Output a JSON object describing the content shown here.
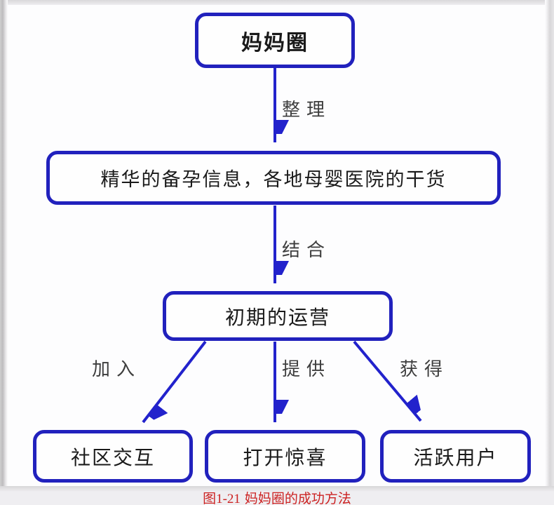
{
  "page": {
    "caption": {
      "prefix": "图1-21",
      "title": "妈妈圈的成功方法"
    }
  },
  "colors": {
    "box_border": "#2121bd",
    "arrow": "#2222cc",
    "box_text": "#1a1a1a",
    "label_text": "#3d3d3d",
    "caption_red": "#cc2222",
    "page_bg": "#fdfdfe",
    "chrome_gray": "#efeef0"
  },
  "diagram": {
    "nodes": [
      {
        "id": "mama-circle",
        "label": "妈妈圈"
      },
      {
        "id": "info",
        "label": "精华的备孕信息，各地母婴医院的干货"
      },
      {
        "id": "early-operations",
        "label": "初期的运营"
      },
      {
        "id": "community-interaction",
        "label": "社区交互"
      },
      {
        "id": "open-surprise",
        "label": "打开惊喜"
      },
      {
        "id": "active-users",
        "label": "活跃用户"
      }
    ],
    "edges": [
      {
        "from": "mama-circle",
        "to": "info",
        "label": "整理"
      },
      {
        "from": "info",
        "to": "early-operations",
        "label": "结合"
      },
      {
        "from": "early-operations",
        "to": "community-interaction",
        "label": "加入"
      },
      {
        "from": "early-operations",
        "to": "open-surprise",
        "label": "提供"
      },
      {
        "from": "early-operations",
        "to": "active-users",
        "label": "获得"
      }
    ]
  }
}
